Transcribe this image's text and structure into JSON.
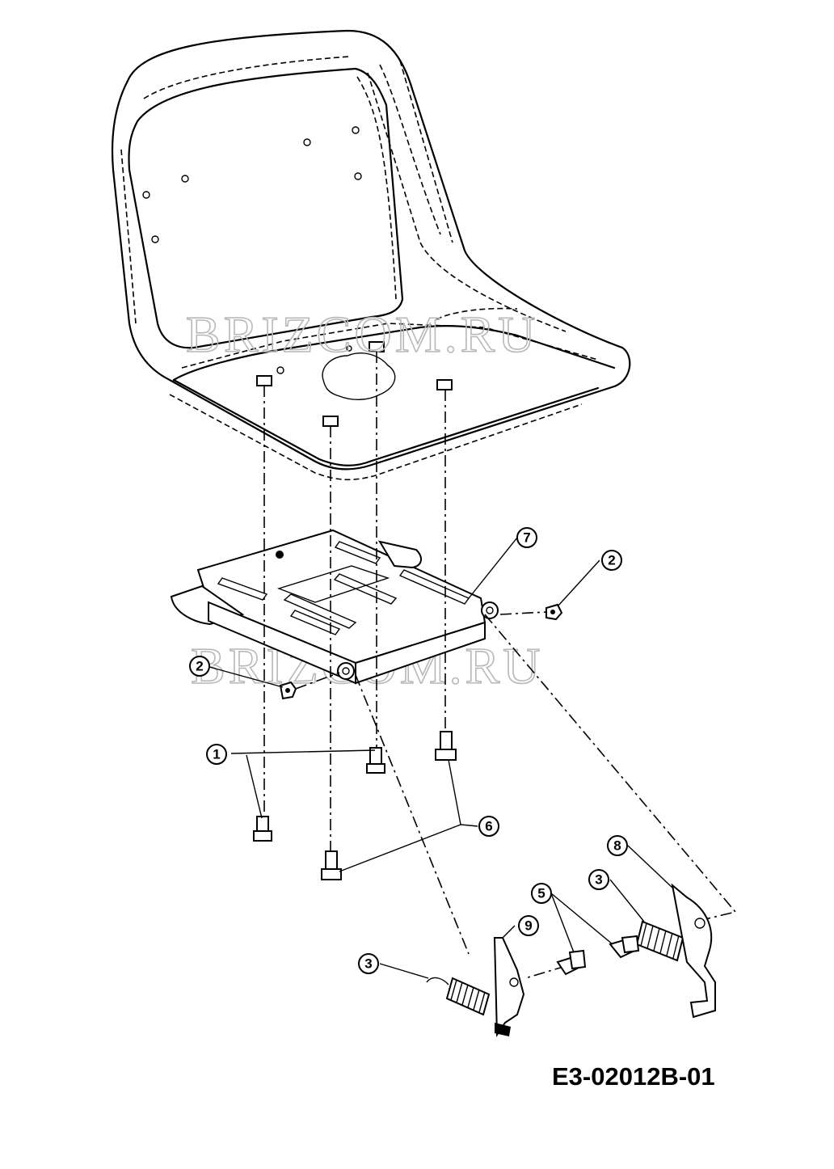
{
  "drawing_code": "E3-02012B-01",
  "watermarks": [
    "BRIZCOM.RU",
    "BRIZCOM.RU"
  ],
  "callouts": [
    {
      "id": "callout-1",
      "label": "1"
    },
    {
      "id": "callout-2-right",
      "label": "2"
    },
    {
      "id": "callout-2-left",
      "label": "2"
    },
    {
      "id": "callout-3-left",
      "label": "3"
    },
    {
      "id": "callout-3-right",
      "label": "3"
    },
    {
      "id": "callout-5",
      "label": "5"
    },
    {
      "id": "callout-6",
      "label": "6"
    },
    {
      "id": "callout-7",
      "label": "7"
    },
    {
      "id": "callout-8",
      "label": "8"
    },
    {
      "id": "callout-9",
      "label": "9"
    }
  ]
}
